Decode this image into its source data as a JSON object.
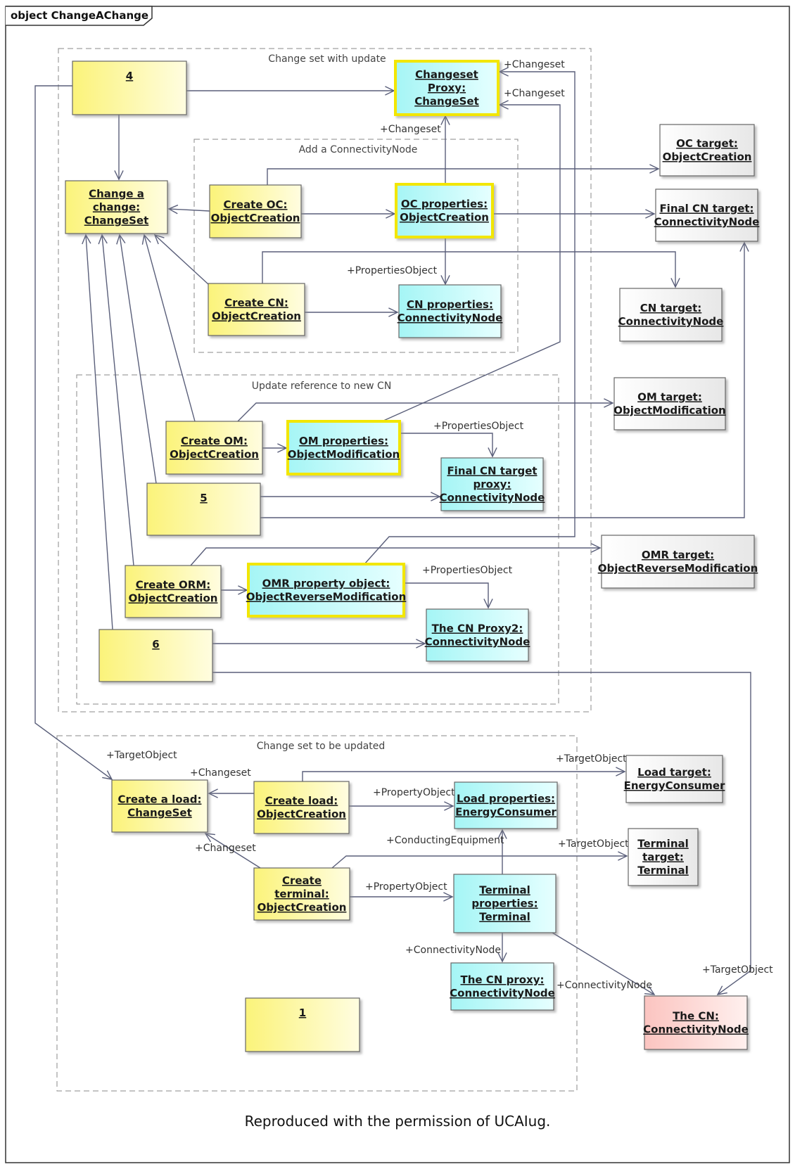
{
  "frame": {
    "title": "object ChangeAChange"
  },
  "groups": [
    {
      "id": "g1",
      "label": "Change set with update"
    },
    {
      "id": "g2",
      "label": "Add a ConnectivityNode"
    },
    {
      "id": "g3",
      "label": "Update reference to new CN"
    },
    {
      "id": "g4",
      "label": "Change set to be updated"
    }
  ],
  "nodes": [
    {
      "id": "n4",
      "lines": [
        "4"
      ],
      "kind": "yellow"
    },
    {
      "id": "changeset-proxy",
      "lines": [
        "Changeset",
        "Proxy:",
        "ChangeSet"
      ],
      "kind": "cyan-bold"
    },
    {
      "id": "change-a-change",
      "lines": [
        "Change a",
        "change:",
        "ChangeSet"
      ],
      "kind": "yellow"
    },
    {
      "id": "create-oc",
      "lines": [
        "Create OC:",
        "ObjectCreation"
      ],
      "kind": "yellow"
    },
    {
      "id": "oc-properties",
      "lines": [
        "OC properties:",
        "ObjectCreation"
      ],
      "kind": "cyan-bold"
    },
    {
      "id": "create-cn",
      "lines": [
        "Create CN:",
        "ObjectCreation"
      ],
      "kind": "yellow"
    },
    {
      "id": "cn-properties",
      "lines": [
        "CN properties:",
        "ConnectivityNode"
      ],
      "kind": "cyan"
    },
    {
      "id": "oc-target",
      "lines": [
        "OC target:",
        "ObjectCreation"
      ],
      "kind": "gray"
    },
    {
      "id": "final-cn-target",
      "lines": [
        "Final CN target:",
        "ConnectivityNode"
      ],
      "kind": "gray"
    },
    {
      "id": "cn-target",
      "lines": [
        "CN target:",
        "ConnectivityNode"
      ],
      "kind": "gray"
    },
    {
      "id": "om-target",
      "lines": [
        "OM target:",
        "ObjectModification"
      ],
      "kind": "gray"
    },
    {
      "id": "create-om",
      "lines": [
        "Create OM:",
        "ObjectCreation"
      ],
      "kind": "yellow"
    },
    {
      "id": "om-properties",
      "lines": [
        "OM properties:",
        "ObjectModification"
      ],
      "kind": "cyan-bold"
    },
    {
      "id": "final-cn-proxy",
      "lines": [
        "Final CN target",
        "proxy:",
        "ConnectivityNode"
      ],
      "kind": "cyan"
    },
    {
      "id": "n5",
      "lines": [
        "5"
      ],
      "kind": "yellow"
    },
    {
      "id": "omr-target",
      "lines": [
        "OMR target:",
        "ObjectReverseModification"
      ],
      "kind": "gray"
    },
    {
      "id": "create-orm",
      "lines": [
        "Create ORM:",
        "ObjectCreation"
      ],
      "kind": "yellow"
    },
    {
      "id": "omr-property",
      "lines": [
        "OMR property object:",
        "ObjectReverseModification"
      ],
      "kind": "cyan-bold"
    },
    {
      "id": "cn-proxy2",
      "lines": [
        "The CN Proxy2:",
        "ConnectivityNode"
      ],
      "kind": "cyan"
    },
    {
      "id": "n6",
      "lines": [
        "6"
      ],
      "kind": "yellow"
    },
    {
      "id": "create-a-load",
      "lines": [
        "Create a load:",
        "ChangeSet"
      ],
      "kind": "yellow"
    },
    {
      "id": "create-load",
      "lines": [
        "Create load:",
        "ObjectCreation"
      ],
      "kind": "yellow"
    },
    {
      "id": "load-properties",
      "lines": [
        "Load properties:",
        "EnergyConsumer"
      ],
      "kind": "cyan"
    },
    {
      "id": "load-target",
      "lines": [
        "Load target:",
        "EnergyConsumer"
      ],
      "kind": "gray"
    },
    {
      "id": "create-terminal",
      "lines": [
        "Create",
        "terminal:",
        "ObjectCreation"
      ],
      "kind": "yellow"
    },
    {
      "id": "terminal-properties",
      "lines": [
        "Terminal",
        "properties:",
        "Terminal"
      ],
      "kind": "cyan"
    },
    {
      "id": "terminal-target",
      "lines": [
        "Terminal",
        "target:",
        "Terminal"
      ],
      "kind": "gray"
    },
    {
      "id": "cn-proxy",
      "lines": [
        "The CN proxy:",
        "ConnectivityNode"
      ],
      "kind": "cyan"
    },
    {
      "id": "the-cn",
      "lines": [
        "The CN:",
        "ConnectivityNode"
      ],
      "kind": "pink"
    },
    {
      "id": "n1",
      "lines": [
        "1"
      ],
      "kind": "yellow"
    }
  ],
  "edges": [
    {
      "id": "e1",
      "label": "+Changeset"
    },
    {
      "id": "e2",
      "label": "+Changeset"
    },
    {
      "id": "e3",
      "label": "+Changeset"
    },
    {
      "id": "e4",
      "label": "+PropertiesObject"
    },
    {
      "id": "e5",
      "label": "+PropertiesObject"
    },
    {
      "id": "e6",
      "label": "+PropertiesObject"
    },
    {
      "id": "e7",
      "label": "+TargetObject"
    },
    {
      "id": "e8",
      "label": "+Changeset"
    },
    {
      "id": "e9",
      "label": "+TargetObject"
    },
    {
      "id": "e10",
      "label": "+PropertyObject"
    },
    {
      "id": "e11",
      "label": "+Changeset"
    },
    {
      "id": "e12",
      "label": "+ConductingEquipment"
    },
    {
      "id": "e13",
      "label": "+TargetObject"
    },
    {
      "id": "e14",
      "label": "+PropertyObject"
    },
    {
      "id": "e15",
      "label": "+ConnectivityNode"
    },
    {
      "id": "e16",
      "label": "+ConnectivityNode"
    },
    {
      "id": "e17",
      "label": "+TargetObject"
    }
  ],
  "caption": "Reproduced with the permission of UCAIug."
}
